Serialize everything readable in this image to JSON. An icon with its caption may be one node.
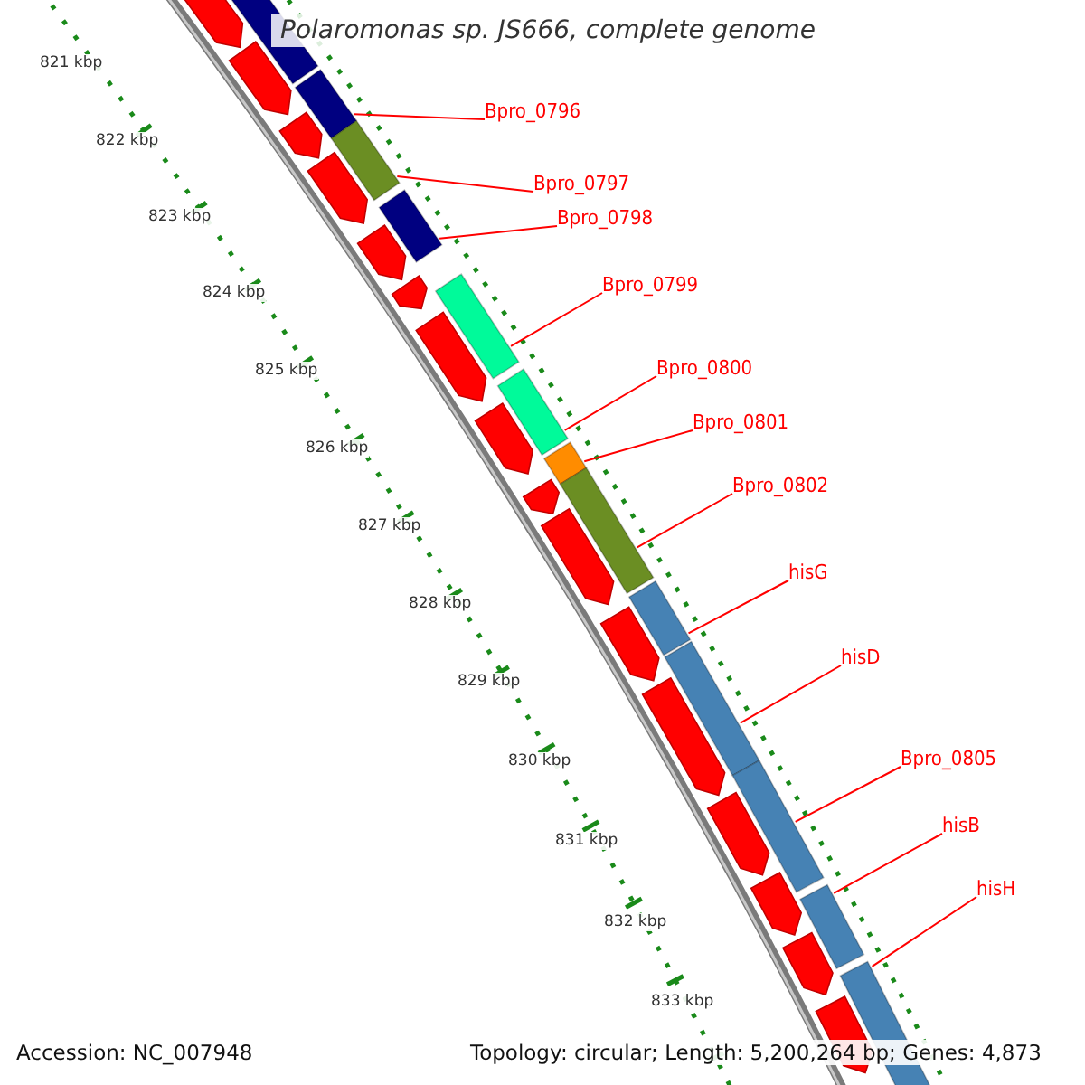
{
  "diagram": {
    "title": "Polaromonas sp. JS666, complete genome",
    "nodes": [
      {
        "text": [
          "Bpro_0796"
        ]
      },
      {
        "text": [
          "Bpro_0797"
        ]
      },
      {
        "text": [
          "Bpro_0798"
        ]
      },
      {
        "text": [
          "Bpro_0799"
        ]
      },
      {
        "text": [
          "Bpro_0800"
        ]
      },
      {
        "text": [
          "Bpro_0801"
        ]
      },
      {
        "text": [
          "Bpro_0802"
        ]
      },
      {
        "text": [
          "hisG"
        ]
      },
      {
        "text": [
          "hisD"
        ]
      },
      {
        "text": [
          "Bpro_0805"
        ]
      },
      {
        "text": [
          "hisB"
        ]
      },
      {
        "text": [
          "hisH"
        ]
      },
      {
        "text": [],
        "shape": "bar"
      },
      {
        "text": [],
        "shape": "bar"
      },
      {
        "text": [],
        "shape": "bar"
      },
      {
        "text": [],
        "shape": "bar"
      },
      {
        "text": [],
        "shape": "bar"
      },
      {
        "text": [],
        "shape": "bar"
      },
      {
        "text": [],
        "shape": "bar"
      },
      {
        "text": [],
        "shape": "bar"
      },
      {
        "text": [],
        "shape": "bar"
      },
      {
        "text": [],
        "shape": "bar"
      },
      {
        "text": [],
        "shape": "bar"
      },
      {
        "text": [],
        "shape": "bar"
      },
      {
        "text": [],
        "shape": "bar"
      }
    ],
    "edges": [
      {
        "from": 0,
        "to": 13,
        "arrow": "none"
      },
      {
        "from": 1,
        "to": 14,
        "arrow": "none"
      },
      {
        "from": 2,
        "to": 15,
        "arrow": "none"
      },
      {
        "from": 3,
        "to": 16,
        "arrow": "none"
      },
      {
        "from": 4,
        "to": 17,
        "arrow": "none"
      },
      {
        "from": 5,
        "to": 18,
        "arrow": "none"
      },
      {
        "from": 6,
        "to": 19,
        "arrow": "none"
      },
      {
        "from": 7,
        "to": 20,
        "arrow": "none"
      },
      {
        "from": 8,
        "to": 21,
        "arrow": "none"
      },
      {
        "from": 9,
        "to": 22,
        "arrow": "none"
      },
      {
        "from": 10,
        "to": 23,
        "arrow": "none"
      },
      {
        "from": 11,
        "to": 24,
        "arrow": "none"
      }
    ],
    "labels": [
      "821 kbp",
      "822 kbp",
      "823 kbp",
      "824 kbp",
      "825 kbp",
      "826 kbp",
      "827 kbp",
      "828 kbp",
      "829 kbp",
      "830 kbp",
      "831 kbp",
      "832 kbp",
      "833 kbp",
      "Accession: NC_007948",
      "Topology: circular; Length: 5,200,264 bp; Genes: 4,873"
    ]
  }
}
